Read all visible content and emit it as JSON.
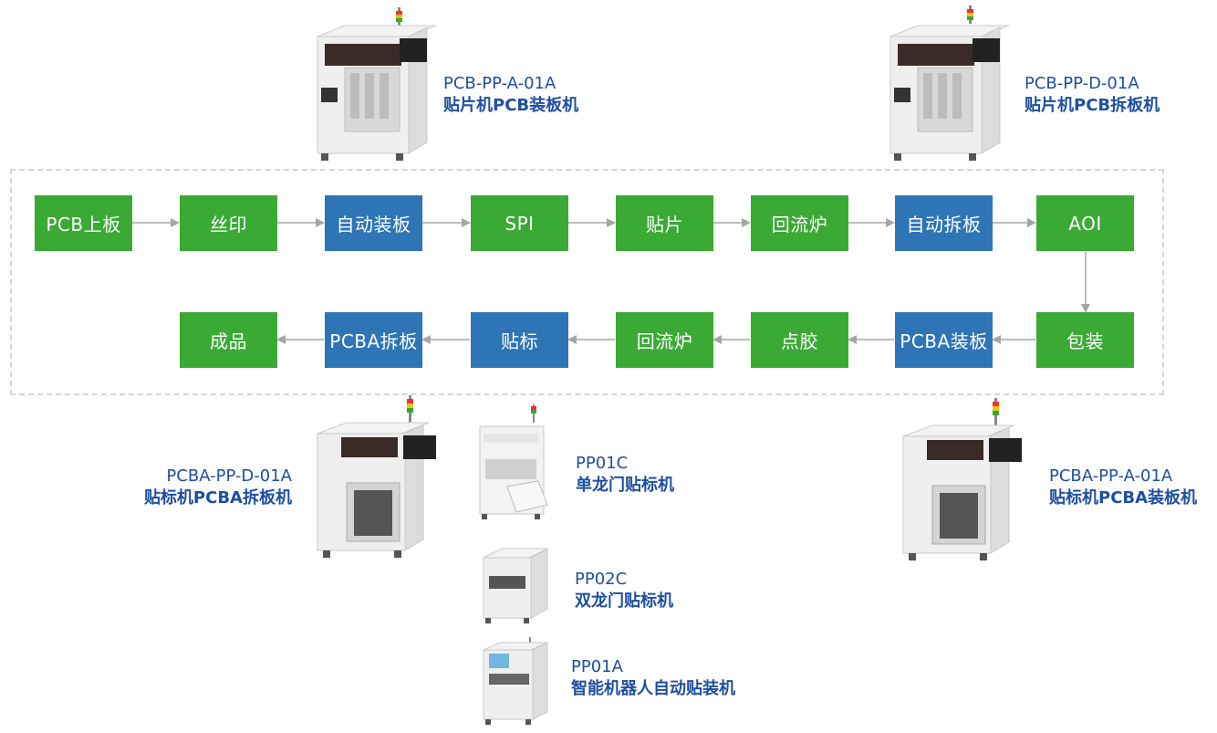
{
  "flow_row1": [
    {
      "label": "PCB上板",
      "color": "green"
    },
    {
      "label": "丝印",
      "color": "green"
    },
    {
      "label": "自动装板",
      "color": "blue"
    },
    {
      "label": "SPI",
      "color": "green"
    },
    {
      "label": "贴片",
      "color": "green"
    },
    {
      "label": "回流炉",
      "color": "green"
    },
    {
      "label": "自动拆板",
      "color": "blue"
    },
    {
      "label": "AOI",
      "color": "green"
    }
  ],
  "flow_row2": [
    {
      "label": "成品",
      "color": "green"
    },
    {
      "label": "PCBA拆板",
      "color": "blue"
    },
    {
      "label": "贴标",
      "color": "blue"
    },
    {
      "label": "回流炉",
      "color": "green"
    },
    {
      "label": "点胶",
      "color": "green"
    },
    {
      "label": "PCBA装板",
      "color": "blue"
    },
    {
      "label": "包装",
      "color": "green"
    }
  ],
  "machines": {
    "pcb_pp_a": {
      "model": "PCB-PP-A-01A",
      "desc": "贴片机PCB装板机"
    },
    "pcb_pp_d": {
      "model": "PCB-PP-D-01A",
      "desc": "贴片机PCB拆板机"
    },
    "pcba_pp_d": {
      "model": "PCBA-PP-D-01A",
      "desc": "贴标机PCBA拆板机"
    },
    "pcba_pp_a": {
      "model": "PCBA-PP-A-01A",
      "desc": "贴标机PCBA装板机"
    },
    "pp01c": {
      "model": "PP01C",
      "desc": "单龙门贴标机"
    },
    "pp02c": {
      "model": "PP02C",
      "desc": "双龙门贴标机"
    },
    "pp01a": {
      "model": "PP01A",
      "desc": "智能机器人自动贴装机"
    }
  },
  "colors": {
    "green": "#3aaa35",
    "blue": "#2e75b6",
    "label_text": "#1f4fa0",
    "arrow": "#a6a6a6",
    "frame": "#d6d6d6"
  }
}
